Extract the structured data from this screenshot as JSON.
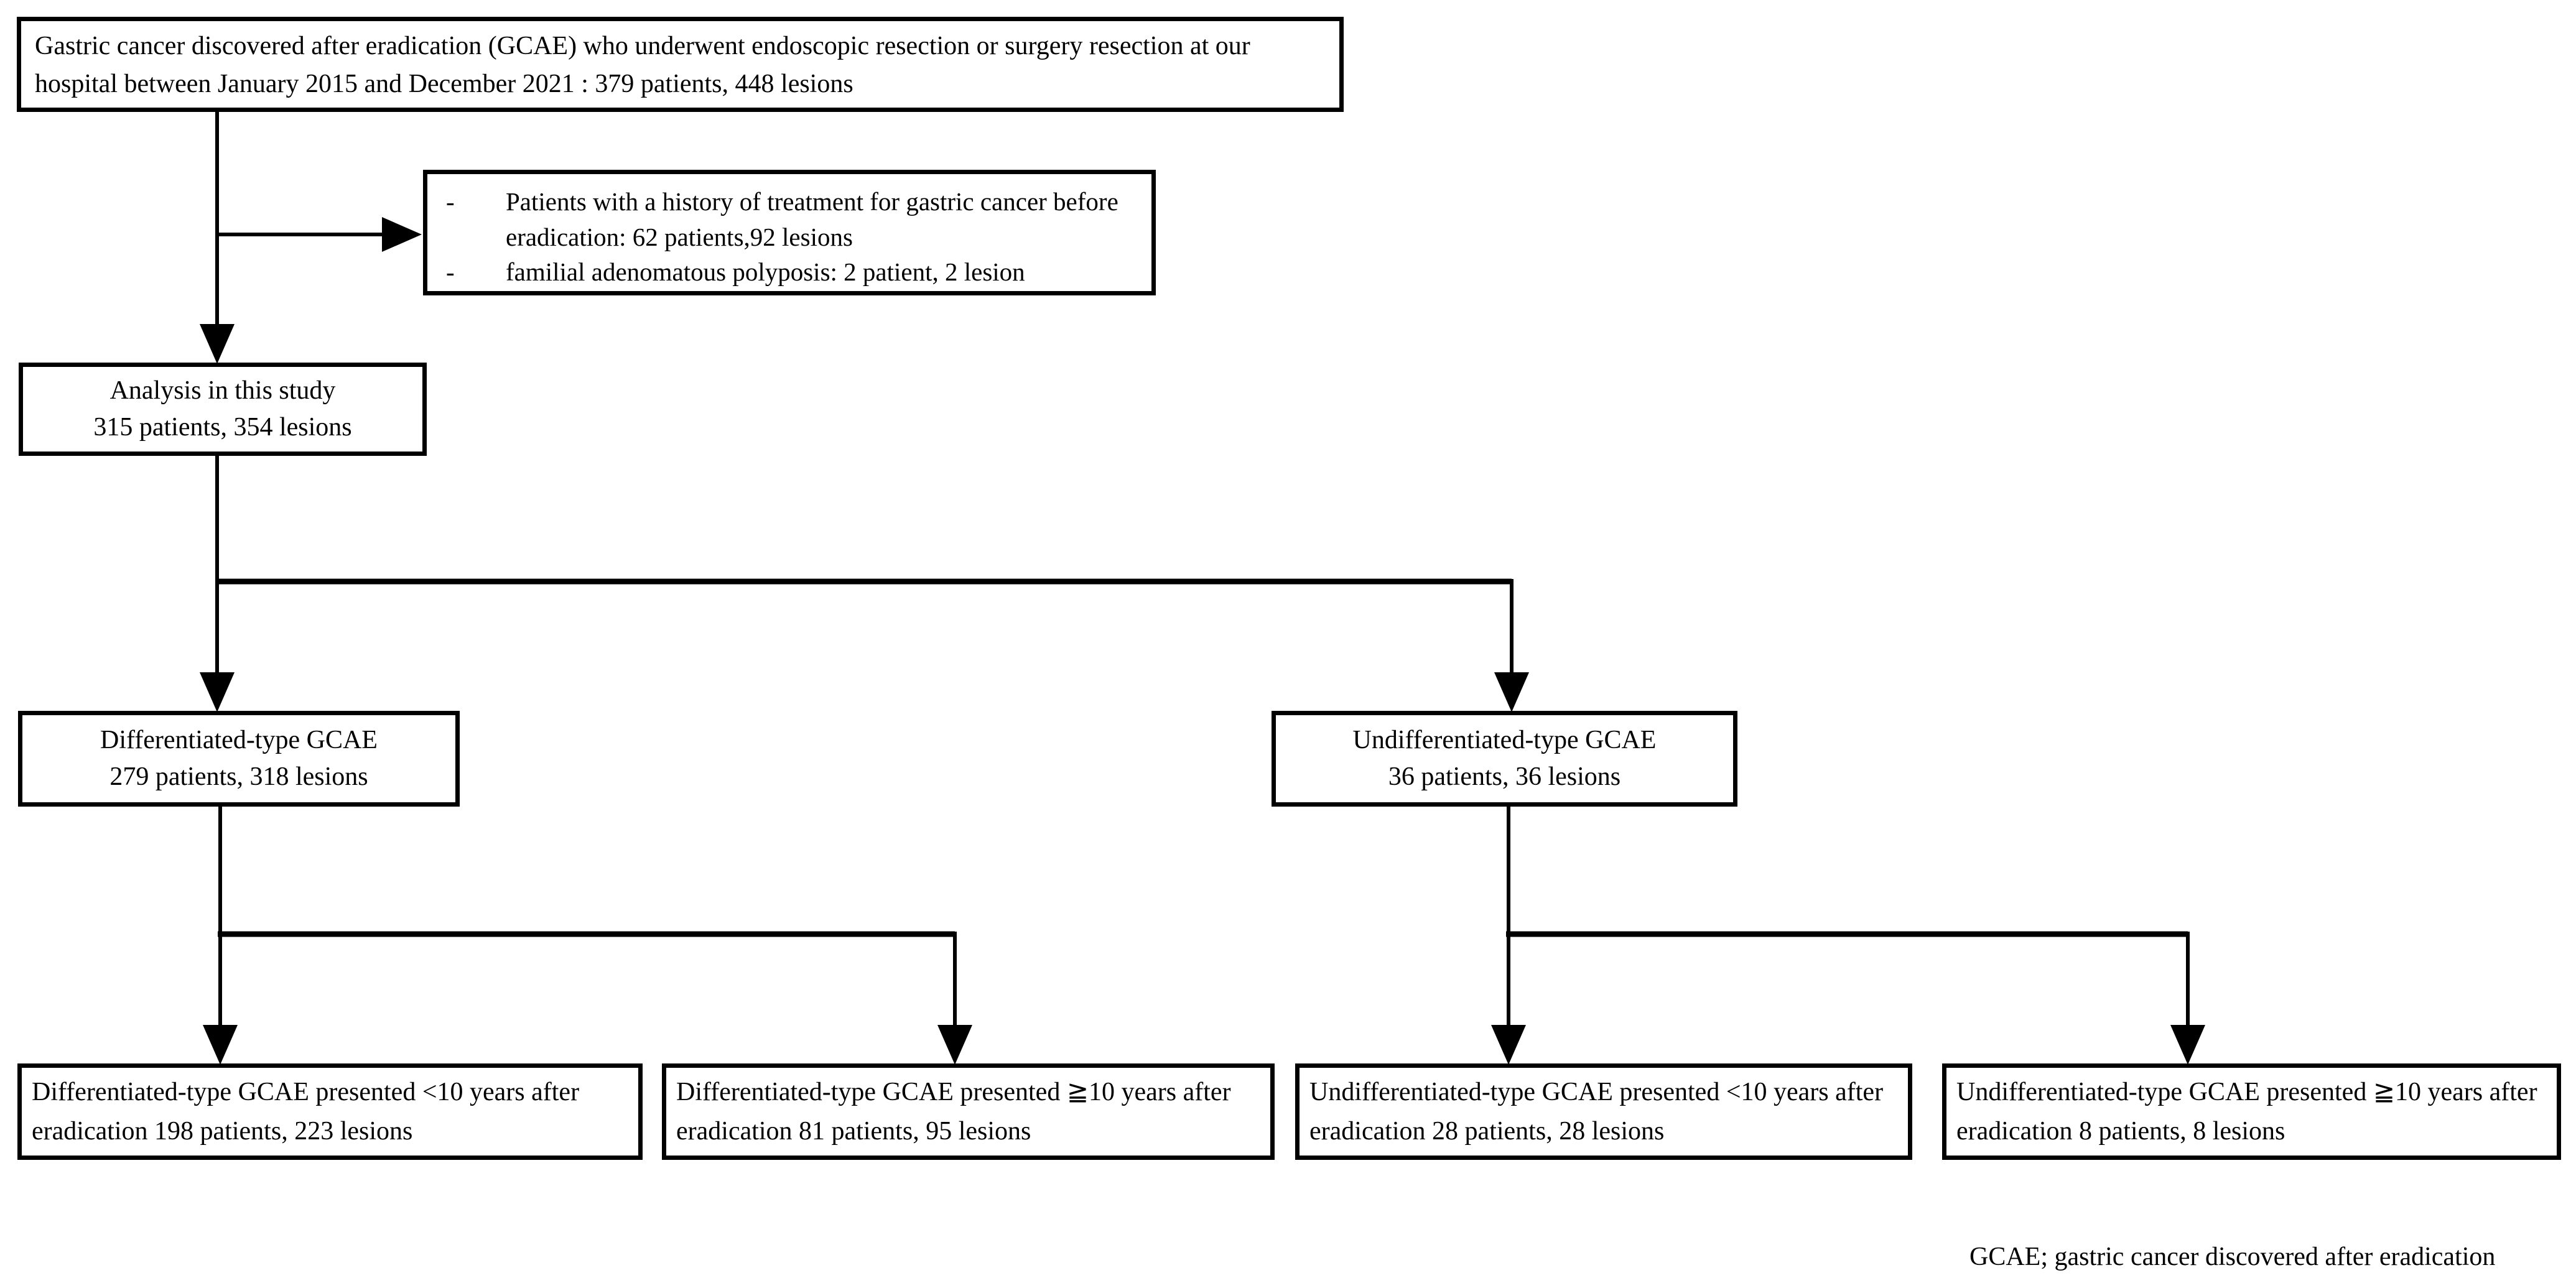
{
  "diagram": {
    "title_hint": "Patient selection flowchart",
    "colors": {
      "line": "#000000",
      "background": "#ffffff",
      "text": "#000000"
    },
    "boxes": {
      "source": {
        "text": "Gastric cancer discovered after eradication (GCAE) who underwent endoscopic resection or surgery resection at our hospital between January 2015 and December 2021 : 379 patients, 448 lesions"
      },
      "exclusions": {
        "items": [
          {
            "marker": "-",
            "text": "Patients with a history of treatment for gastric cancer before eradication: 62 patients,92 lesions"
          },
          {
            "marker": "-",
            "text": "familial adenomatous polyposis: 2 patient, 2 lesion"
          }
        ]
      },
      "analysis": {
        "line1": "Analysis in this study",
        "line2": "315 patients, 354 lesions"
      },
      "differentiated": {
        "line1": "Differentiated-type GCAE",
        "line2": "279 patients, 318 lesions"
      },
      "undifferentiated": {
        "line1": "Undifferentiated-type GCAE",
        "line2": "36 patients, 36 lesions"
      },
      "diff_lt10": {
        "text": "Differentiated-type GCAE presented <10 years after eradication 198 patients, 223 lesions"
      },
      "diff_ge10": {
        "text": "Differentiated-type GCAE presented ≧10 years after eradication 81 patients, 95 lesions"
      },
      "undiff_lt10": {
        "text": "Undifferentiated-type GCAE presented <10 years after eradication 28 patients, 28 lesions"
      },
      "undiff_ge10": {
        "text": "Undifferentiated-type GCAE presented ≧10 years after eradication 8 patients, 8 lesions"
      }
    },
    "footnote": "GCAE; gastric cancer discovered after eradication"
  }
}
